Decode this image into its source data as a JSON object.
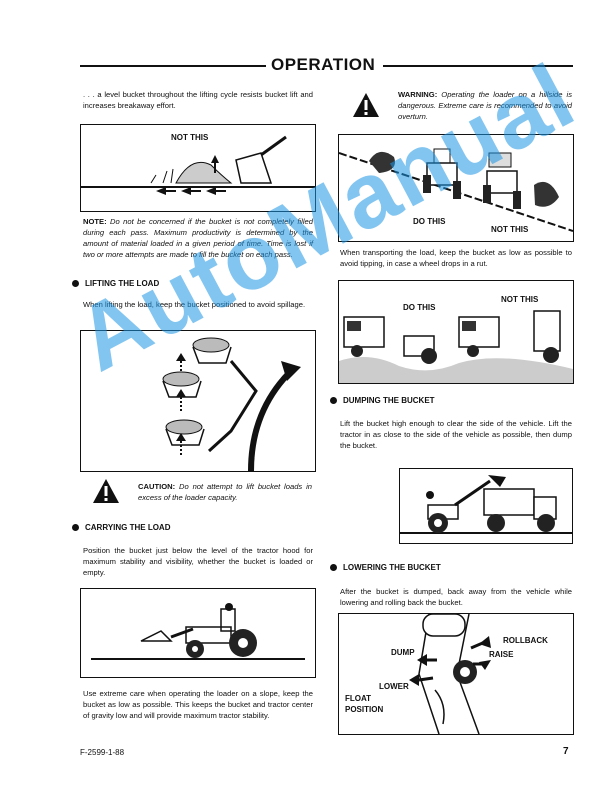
{
  "header": {
    "title": "OPERATION"
  },
  "left": {
    "intro": ". . . a level bucket throughout the lifting cycle resists bucket lift and increases breakaway effort.",
    "fig1": {
      "label": "NOT THIS"
    },
    "note_label": "NOTE:",
    "note_text": "Do not be concerned if the bucket is not completely filled during each pass. Maximum productivity is determined by the amount of material loaded in a given period of time. Time is lost if two or more attempts are made to fill the bucket on each pass.",
    "lifting": {
      "heading": "LIFTING THE LOAD",
      "text": "When lifting the load, keep the bucket positioned to avoid spillage."
    },
    "caution_label": "CAUTION:",
    "caution_text": "Do not attempt to lift bucket loads in excess of the loader capacity.",
    "carrying": {
      "heading": "CARRYING THE LOAD",
      "text": "Position the bucket just below the level of the tractor hood for maximum stability and visibility, whether the bucket is loaded or empty."
    },
    "slope_text": "Use extreme care when operating the loader on a slope, keep the bucket as low as possible. This keeps the bucket and tractor center of gravity low and will provide maximum tractor stability."
  },
  "right": {
    "warning_label": "WARNING:",
    "warning_text": "Operating the loader on a hillside is dangerous. Extreme care is recommended to avoid overturn.",
    "fig_hill": {
      "do": "DO THIS",
      "not": "NOT THIS"
    },
    "transport_text": "When transporting the load, keep the bucket as low as possible to avoid tipping, in case a wheel drops in a rut.",
    "fig_truck": {
      "do": "DO THIS",
      "not": "NOT THIS"
    },
    "dumping": {
      "heading": "DUMPING THE BUCKET",
      "text": "Lift the bucket high enough to clear the side of the vehicle. Lift the tractor in as close to the side of the vehicle as possible, then dump the bucket."
    },
    "lowering": {
      "heading": "LOWERING THE BUCKET",
      "text": "After the bucket is dumped, back away from the vehicle while lowering and rolling back the bucket."
    },
    "fig_lever": {
      "rollback": "ROLLBACK",
      "dump": "DUMP",
      "raise": "RAISE",
      "lower": "LOWER",
      "float": "FLOAT",
      "position": "POSITION"
    }
  },
  "footer": {
    "code": "F-2599-1-88",
    "page": "7"
  },
  "watermark": "AutoManual"
}
